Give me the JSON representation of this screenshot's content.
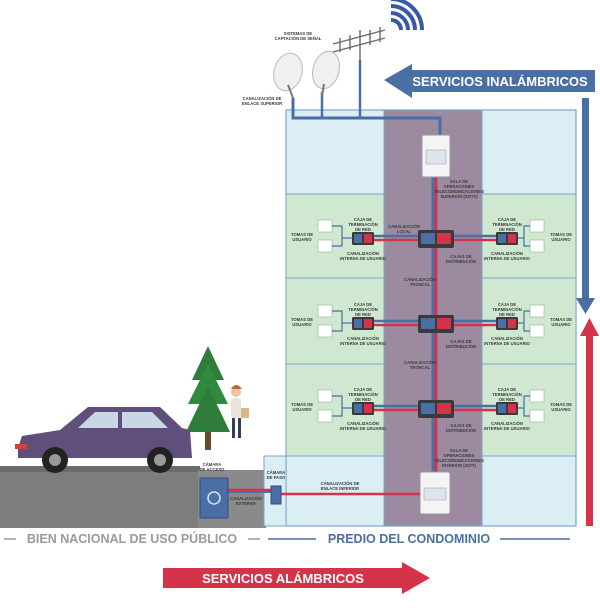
{
  "banners": {
    "wireless": "SERVICIOS INALÁMBRICOS",
    "wired": "SERVICIOS ALÁMBRICOS"
  },
  "zones": {
    "public": "BIEN NACIONAL DE USO PÚBLICO",
    "private": "PREDIO DEL CONDOMINIO"
  },
  "roof": {
    "antenna_label_1": "SISTEMAS DE",
    "antenna_label_2": "CAPTACIÓN DE SEÑAL",
    "upper_link_1": "CANALIZACIÓN DE",
    "upper_link_2": "ENLACE SUPERIOR"
  },
  "top_room": {
    "l1": "SALA DE",
    "l2": "OPERACIONES",
    "l3": "TELECOMUNICACIONES",
    "l4": "SUPERIOR (SOTS)"
  },
  "bottom_room": {
    "l1": "SALA DE",
    "l2": "OPERACIONES",
    "l3": "TELECOMUNICACIONES",
    "l4": "INFERIOR (SOTI)"
  },
  "core": {
    "local_1": "CANALIZACIÓN",
    "local_2": "LOCAL",
    "troncal_1": "CANALIZACIÓN",
    "troncal_2": "TRONCAL",
    "dist_1": "CAJAS DE",
    "dist_2": "DISTRIBUCIÓN"
  },
  "apartment": {
    "outlets_1": "TOMAS DE",
    "outlets_2": "USUARIO",
    "term_1": "CAJA DE",
    "term_2": "TERMINACIÓN",
    "term_3": "DE RED",
    "internal_1": "CANALIZACIÓN",
    "internal_2": "INTERNA DE USUARIO"
  },
  "ground": {
    "access_1": "CÁMARA",
    "access_2": "DE ACCESO",
    "pass_1": "CÁMARA",
    "pass_2": "DE PASO",
    "external_1": "CANALIZACIÓN",
    "external_2": "EXTERNA",
    "lower_1": "CANALIZACIÓN DE",
    "lower_2": "ENLACE INFERIOR"
  },
  "colors": {
    "wireless": "#4a6fa5",
    "wired": "#d4334a",
    "core": "#9b8aa0",
    "apartment": "#cfe8cf",
    "side": "#dbeef4"
  }
}
